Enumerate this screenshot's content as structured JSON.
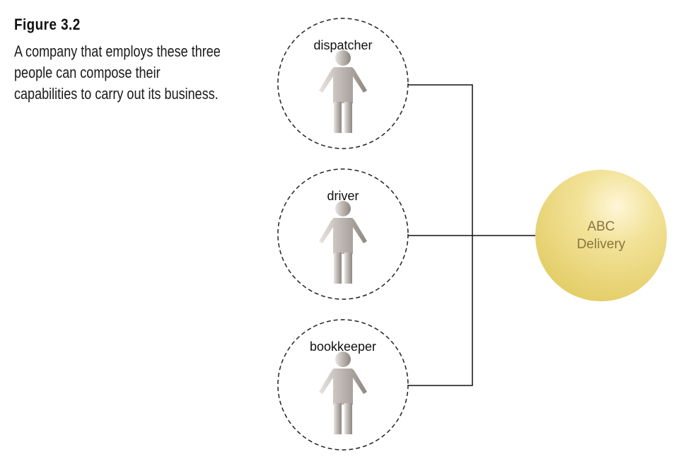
{
  "figure": {
    "title": "Figure 3.2",
    "caption": "A company that employs these three people can compose their capabilities to carry out its business."
  },
  "roles": [
    {
      "label": "dispatcher",
      "icon": "person-icon"
    },
    {
      "label": "driver",
      "icon": "person-icon"
    },
    {
      "label": "bookkeeper",
      "icon": "person-icon"
    }
  ],
  "company": {
    "line1": "ABC",
    "line2": "Delivery"
  },
  "colors": {
    "company_fill": "#eedc86",
    "company_text": "#8a7440",
    "connector": "#111111",
    "person_fill": "#b9b3ae"
  }
}
